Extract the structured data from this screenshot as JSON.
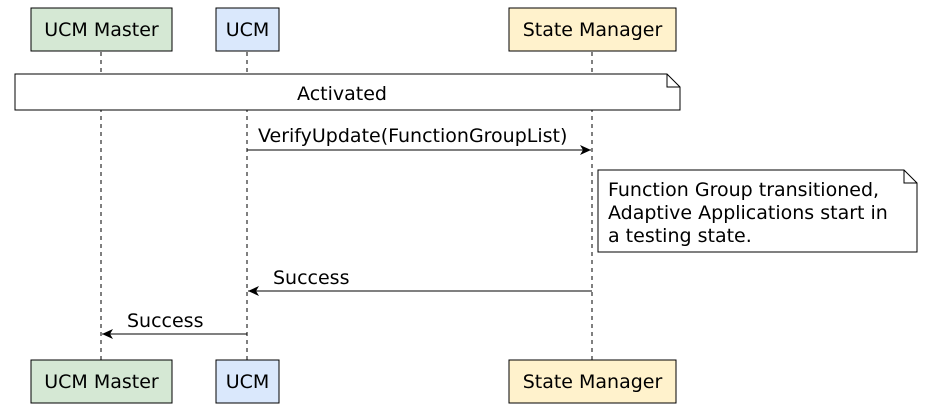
{
  "participants": [
    {
      "label": "UCM Master",
      "color": "#d5e8d4"
    },
    {
      "label": "UCM",
      "color": "#dae8fc"
    },
    {
      "label": "State Manager",
      "color": "#fff2cc"
    }
  ],
  "state_note": {
    "label": "Activated"
  },
  "messages": [
    {
      "label": "VerifyUpdate(FunctionGroupList)",
      "from": "UCM",
      "to": "State Manager"
    },
    {
      "label": "Success",
      "from": "State Manager",
      "to": "UCM"
    },
    {
      "label": "Success",
      "from": "UCM",
      "to": "UCM Master"
    }
  ],
  "note": {
    "lines": [
      "Function Group transitioned,",
      "Adaptive Applications start in",
      "a testing state."
    ]
  }
}
